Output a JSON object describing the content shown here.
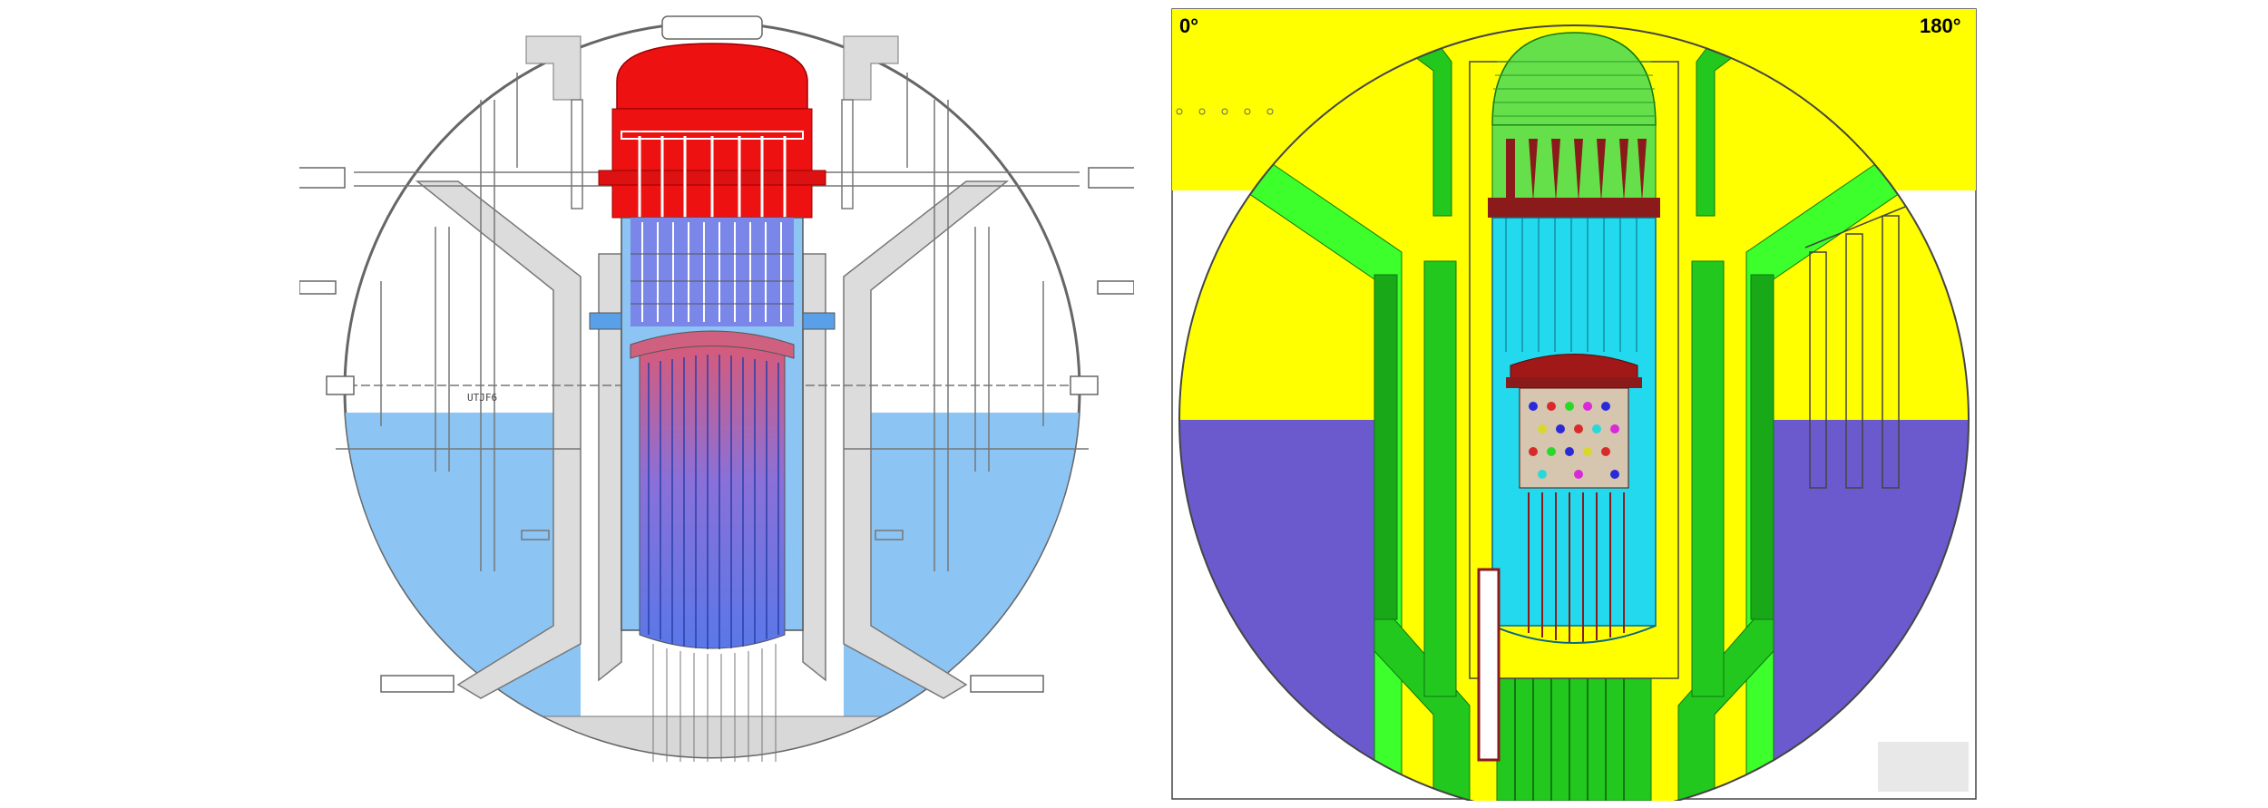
{
  "left": {
    "gauge_text": "UTJF6"
  },
  "right": {
    "angle_start": "0°",
    "angle_end": "180°"
  },
  "colors": {
    "hot_red": "#ee1111",
    "coolant_blue": "#7fb9f2",
    "rod_blue": "#5a78e8",
    "line_gray": "#666666",
    "model_yellow": "#ffff00",
    "model_green": "#22c81e",
    "model_bright_green": "#3cff2c",
    "model_purple": "#6a5acd",
    "model_cyan": "#22d9ee",
    "model_brown": "#8b1a1a"
  }
}
